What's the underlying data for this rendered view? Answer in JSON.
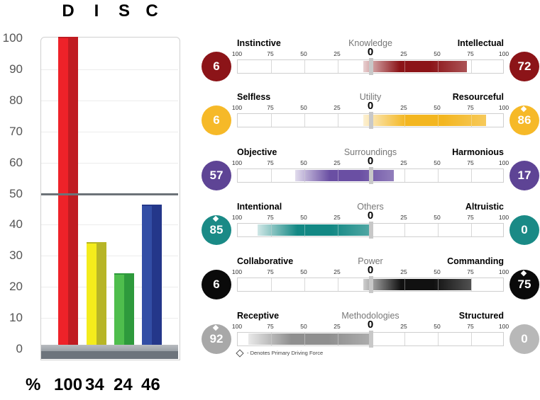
{
  "chart_data": [
    {
      "type": "bar",
      "categories": [
        "D",
        "I",
        "S",
        "C"
      ],
      "values": [
        100,
        34,
        24,
        46
      ],
      "ylim": [
        0,
        100
      ],
      "yticks": [
        "100",
        "90",
        "80",
        "70",
        "60",
        "50",
        "40",
        "30",
        "20",
        "10",
        "0"
      ],
      "percent_label": "%",
      "value_labels": [
        "100",
        "34",
        "24",
        "46"
      ],
      "reference_line": 50,
      "colors": [
        {
          "light": "#ee2229",
          "dark": "#c01c22"
        },
        {
          "light": "#f4ec1c",
          "dark": "#b7b526"
        },
        {
          "light": "#4fbe4d",
          "dark": "#2e9a3c"
        },
        {
          "light": "#334ea5",
          "dark": "#24378a"
        }
      ]
    },
    {
      "type": "bar",
      "scale_ticks": [
        "100",
        "75",
        "50",
        "25",
        "0",
        "25",
        "50",
        "75",
        "100"
      ],
      "rows": [
        {
          "center": "Knowledge",
          "left_label": "Instinctive",
          "right_label": "Intellectual",
          "left_value": 6,
          "right_value": 72,
          "left_text": "6",
          "right_text": "72",
          "left_color": "#8c1418",
          "right_color": "#8c1418",
          "left_primary": false,
          "right_primary": false,
          "fill_from": -6,
          "fill_to": 72,
          "fill_color": "#8c1418"
        },
        {
          "center": "Utility",
          "left_label": "Selfless",
          "right_label": "Resourceful",
          "left_value": 6,
          "right_value": 86,
          "left_text": "6",
          "right_text": "86",
          "left_color": "#f6b928",
          "right_color": "#f6b928",
          "left_primary": false,
          "right_primary": true,
          "fill_from": -6,
          "fill_to": 86,
          "fill_color": "#f3b620"
        },
        {
          "center": "Surroundings",
          "left_label": "Objective",
          "right_label": "Harmonious",
          "left_value": 57,
          "right_value": 17,
          "left_text": "57",
          "right_text": "17",
          "left_color": "#5e4495",
          "right_color": "#5e4495",
          "left_primary": false,
          "right_primary": false,
          "fill_from": -57,
          "fill_to": 17,
          "fill_color": "#6a4fa3"
        },
        {
          "center": "Others",
          "left_label": "Intentional",
          "right_label": "Altruistic",
          "left_value": 85,
          "right_value": 0,
          "left_text": "85",
          "right_text": "0",
          "left_color": "#1a8a86",
          "right_color": "#1a8a86",
          "left_primary": true,
          "right_primary": false,
          "fill_from": -85,
          "fill_to": 0,
          "fill_color": "#138884"
        },
        {
          "center": "Power",
          "left_label": "Collaborative",
          "right_label": "Commanding",
          "left_value": 6,
          "right_value": 75,
          "left_text": "6",
          "right_text": "75",
          "left_color": "#0a0a0a",
          "right_color": "#0a0a0a",
          "left_primary": false,
          "right_primary": true,
          "fill_from": -6,
          "fill_to": 75,
          "fill_color": "#111111"
        },
        {
          "center": "Methodologies",
          "left_label": "Receptive",
          "right_label": "Structured",
          "left_value": 92,
          "right_value": 0,
          "left_text": "92",
          "right_text": "0",
          "left_color": "#a8a8a8",
          "right_color": "#b8b8b8",
          "left_primary": true,
          "right_primary": false,
          "fill_from": -92,
          "fill_to": 0,
          "fill_color": "#8f8f8f"
        }
      ],
      "legend_note": "- Denotes Primary Driving Force"
    }
  ]
}
